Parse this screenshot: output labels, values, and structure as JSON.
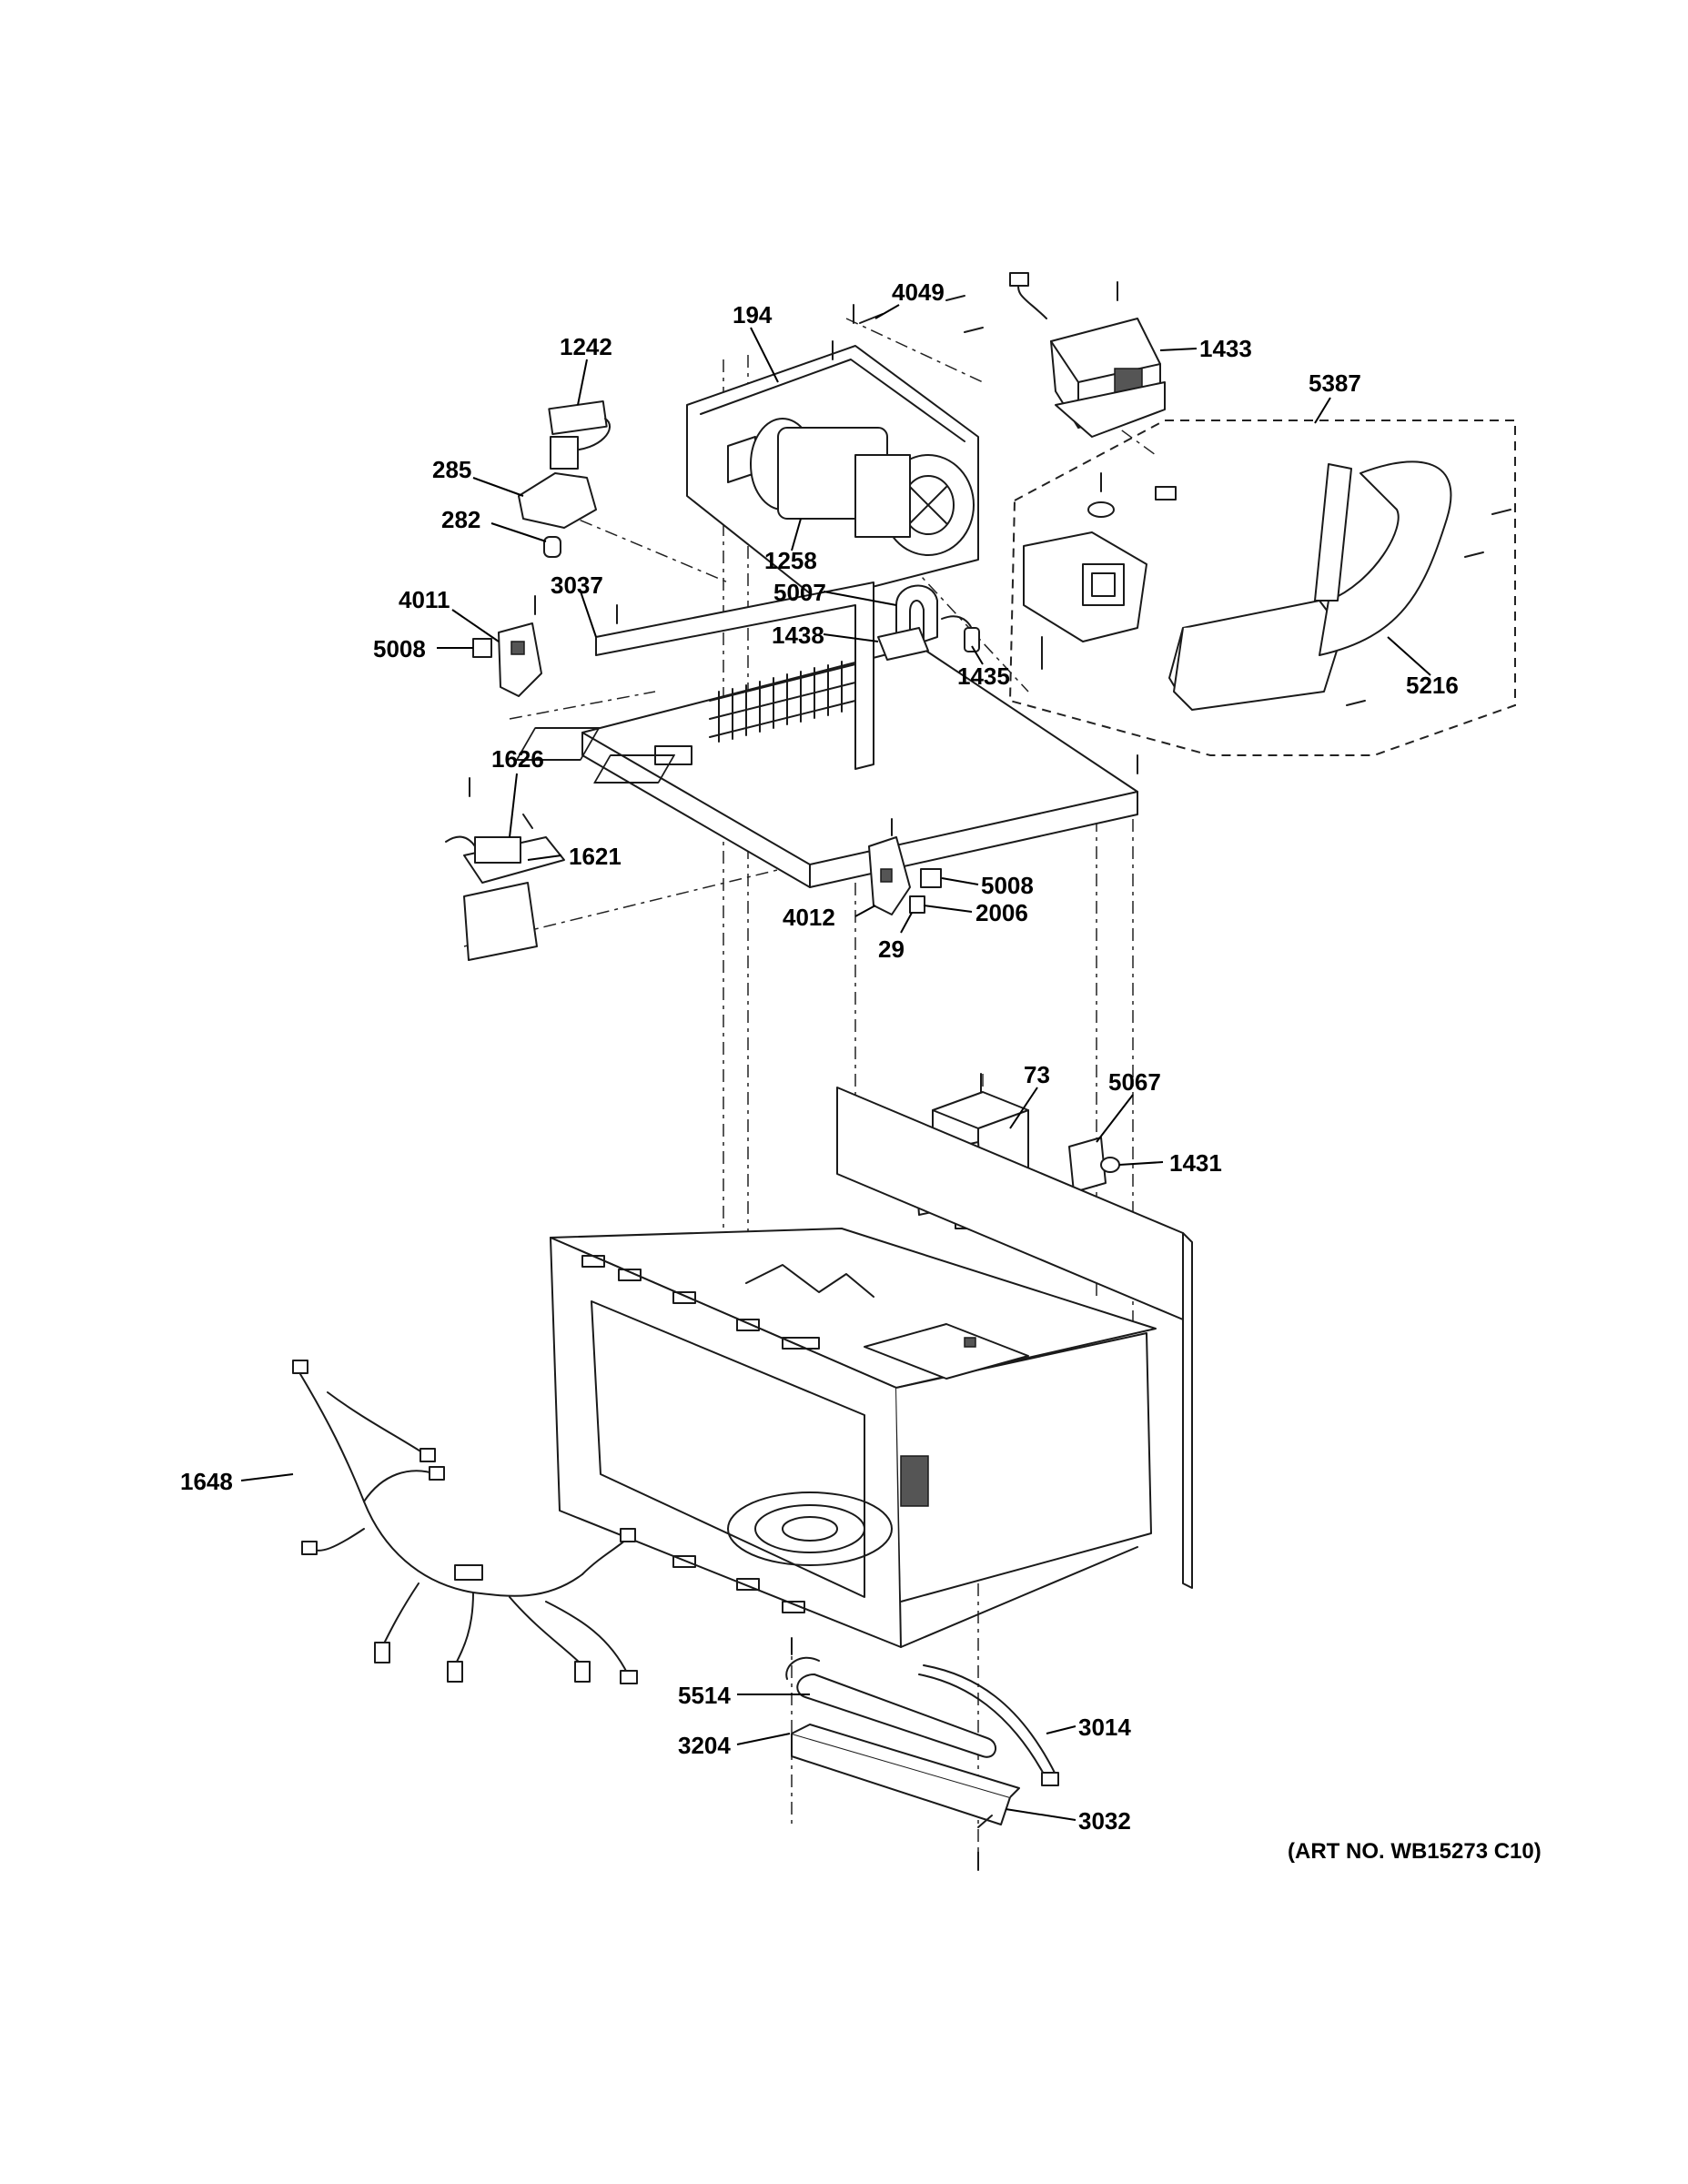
{
  "callouts": [
    {
      "id": "194",
      "label": "194"
    },
    {
      "id": "4049",
      "label": "4049"
    },
    {
      "id": "1433",
      "label": "1433"
    },
    {
      "id": "1242",
      "label": "1242"
    },
    {
      "id": "5387",
      "label": "5387"
    },
    {
      "id": "285",
      "label": "285"
    },
    {
      "id": "282",
      "label": "282"
    },
    {
      "id": "1258",
      "label": "1258"
    },
    {
      "id": "4011",
      "label": "4011"
    },
    {
      "id": "3037",
      "label": "3037"
    },
    {
      "id": "5007",
      "label": "5007"
    },
    {
      "id": "5008a",
      "label": "5008"
    },
    {
      "id": "1438",
      "label": "1438"
    },
    {
      "id": "1435",
      "label": "1435"
    },
    {
      "id": "5216",
      "label": "5216"
    },
    {
      "id": "1626",
      "label": "1626"
    },
    {
      "id": "1621",
      "label": "1621"
    },
    {
      "id": "5008b",
      "label": "5008"
    },
    {
      "id": "4012",
      "label": "4012"
    },
    {
      "id": "2006",
      "label": "2006"
    },
    {
      "id": "29",
      "label": "29"
    },
    {
      "id": "73",
      "label": "73"
    },
    {
      "id": "5067",
      "label": "5067"
    },
    {
      "id": "1431",
      "label": "1431"
    },
    {
      "id": "1648",
      "label": "1648"
    },
    {
      "id": "5514",
      "label": "5514"
    },
    {
      "id": "3014",
      "label": "3014"
    },
    {
      "id": "3204",
      "label": "3204"
    },
    {
      "id": "3032",
      "label": "3032"
    }
  ],
  "art_number": "(ART NO. WB15273 C10)"
}
